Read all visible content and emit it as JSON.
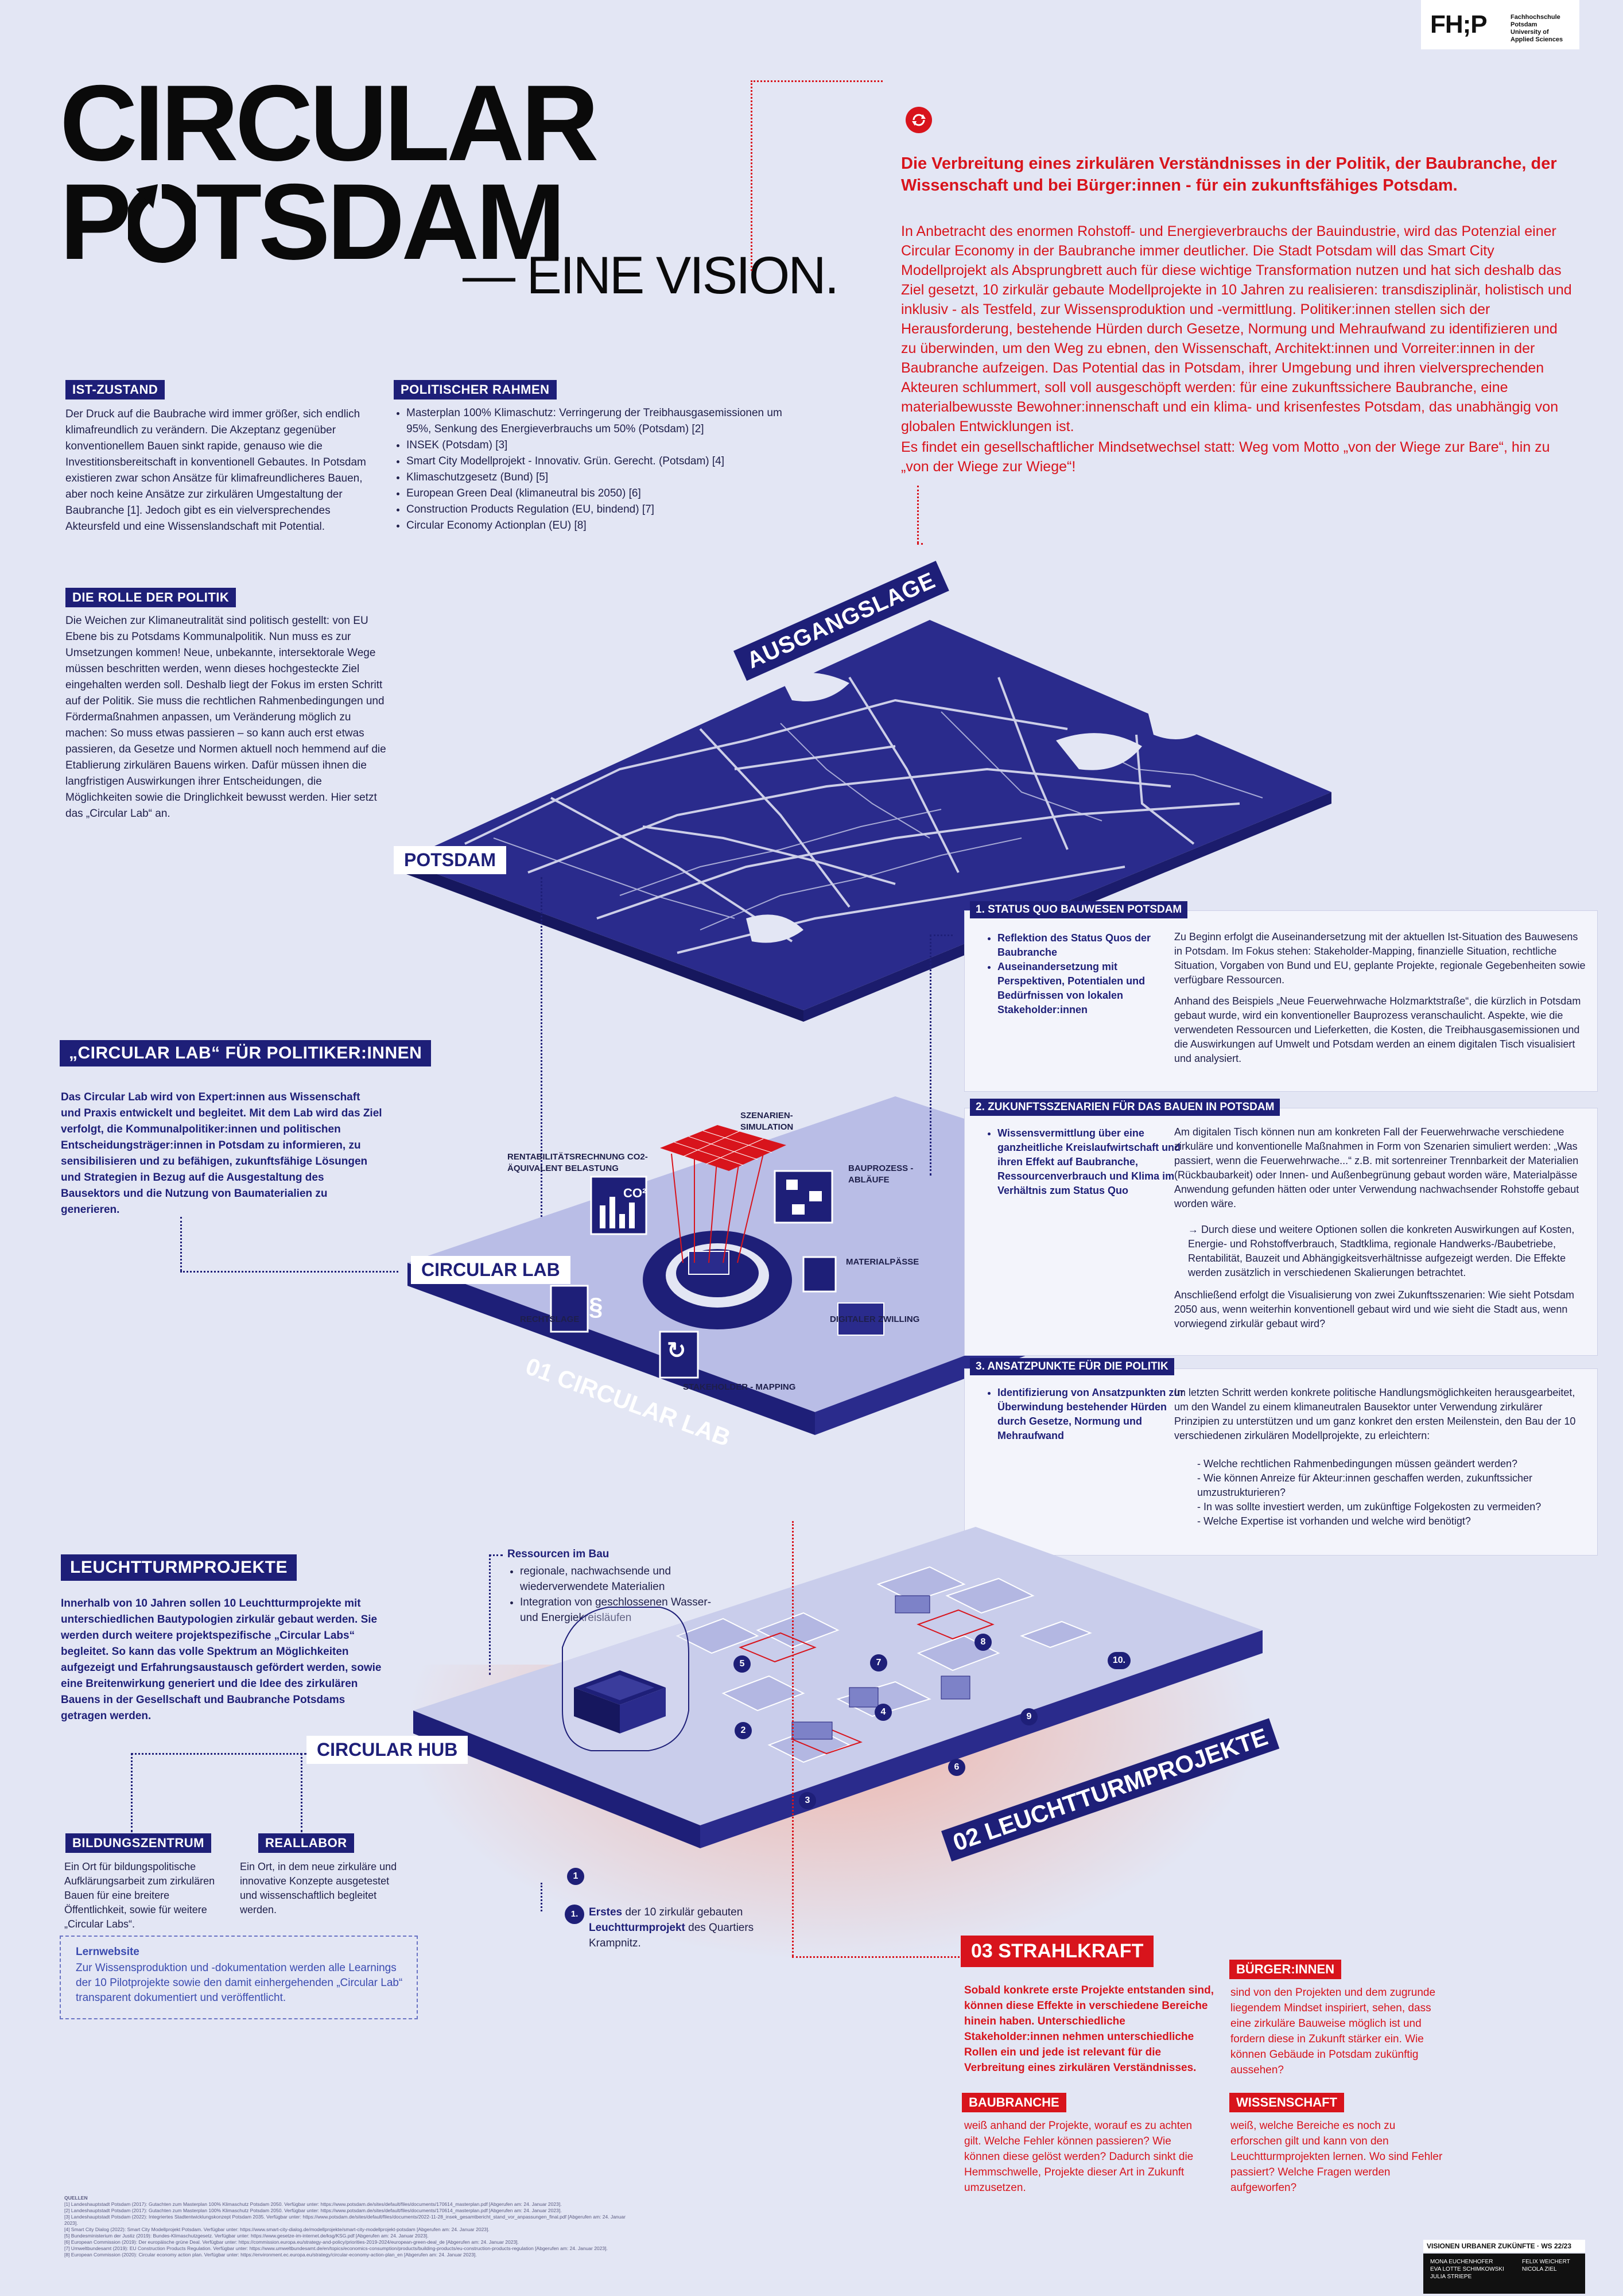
{
  "header": {
    "title_line1": "CIRCULAR",
    "title_line2_a": "P",
    "title_line2_b": "TSDAM",
    "subtitle": "— EINE VISION.",
    "logo_text": "FH;P",
    "logo_sub1": "Fachhochschule Potsdam",
    "logo_sub2": "University of",
    "logo_sub3": "Applied Sciences"
  },
  "intro": {
    "headline": "Die Verbreitung eines zirkulären Verständnisses in der Politik, der Baubranche, der Wissenschaft und bei Bürger:innen - für ein zukunftsfähiges Potsdam.",
    "p1": "In Anbetracht des enormen Rohstoff- und Energieverbrauchs der Bauindustrie, wird das Potenzial einer Circular Economy in der Baubranche immer deutlicher. Die Stadt Potsdam will das Smart City Modellprojekt als Absprungbrett auch für diese wichtige Transformation nutzen und hat sich deshalb das Ziel gesetzt, 10 zirkulär gebaute Modellprojekte in 10 Jahren zu realisieren: transdisziplinär, holistisch und inklusiv - als Testfeld, zur Wissensproduktion und -vermittlung. Politiker:innen stellen sich der Herausforderung, bestehende Hürden durch Gesetze, Normung und Mehraufwand zu identifizieren und zu überwinden, um den Weg zu ebnen, den Wissenschaft, Architekt:innen und Vorreiter:innen in der Baubranche aufzeigen. Das Potential das in Potsdam, ihrer Umgebung und ihren vielversprechenden Akteuren schlummert, soll voll ausgeschöpft werden: für eine zukunftssichere Baubranche, eine materialbewusste Bewohner:innenschaft und ein klima- und krisenfestes Potsdam, das unabhängig von globalen Entwicklungen ist.",
    "p2": "Es findet ein gesellschaftlicher Mindsetwechsel statt: Weg vom Motto „von der Wiege zur Bare“, hin zu „von der Wiege zur Wiege“!"
  },
  "ist": {
    "tag": "IST-ZUSTAND",
    "text": "Der Druck auf die Baubrache wird immer größer, sich endlich klimafreundlich zu verändern. Die Akzeptanz gegenüber konventionellem Bauen sinkt rapide, genauso wie die Investitionsbereitschaft in konventionell Gebautes. In Potsdam existieren zwar schon Ansätze für klimafreundlicheres Bauen, aber noch keine Ansätze zur zirkulären Umgestaltung der Baubranche [1]. Jedoch gibt es ein vielversprechendes Akteursfeld und eine Wissenslandschaft mit Potential."
  },
  "politik_rahmen": {
    "tag": "POLITISCHER RAHMEN",
    "items": [
      "Masterplan 100% Klimaschutz: Verringerung der Treibhausgasemissionen um 95%, Senkung des Energieverbrauchs um 50% (Potsdam) [2]",
      "INSEK (Potsdam) [3]",
      "Smart City Modellprojekt - Innovativ. Grün. Gerecht. (Potsdam) [4]",
      "Klimaschutzgesetz (Bund) [5]",
      "European Green Deal (klimaneutral bis 2050) [6]",
      "Construction Products Regulation (EU, bindend) [7]",
      "Circular Economy Actionplan (EU) [8]"
    ]
  },
  "rolle": {
    "tag": "DIE ROLLE DER POLITIK",
    "text": "Die Weichen zur Klimaneutralität sind politisch gestellt: von EU Ebene bis zu Potsdams Kommunalpolitik. Nun muss es zur Umsetzungen kommen! Neue, unbekannte, intersektorale Wege müssen beschritten werden, wenn dieses hochgesteckte Ziel eingehalten werden soll. Deshalb liegt der Fokus im ersten Schritt auf der Politik. Sie muss die rechtlichen Rahmenbedingungen und Fördermaßnahmen anpassen, um Veränderung möglich zu machen: So muss etwas passieren – so kann auch erst etwas passieren, da Gesetze und Normen aktuell noch hemmend auf die Etablierung zirkulären Bauens wirken. Dafür müssen ihnen die langfristigen Auswirkungen ihrer Entscheidungen, die Möglichkeiten sowie die Dringlichkeit bewusst werden. Hier setzt das „Circular Lab“ an."
  },
  "map": {
    "label": "AUSGANGSLAGE",
    "city": "POTSDAM"
  },
  "lab": {
    "tag": "„CIRCULAR LAB“ FÜR POLITIKER:INNEN",
    "text": "Das Circular Lab wird von Expert:innen aus Wissenschaft und Praxis entwickelt und begleitet. Mit dem Lab wird das Ziel verfolgt, die Kommunalpolitiker:innen und politischen Entscheidungsträger:innen in Potsdam zu informieren, zu sensibilisieren und zu befähigen, zukunftsfähige Lösungen und Strategien in Bezug auf die Ausgestaltung des Bausektors und die Nutzung von Baumaterialien zu generieren.",
    "label": "CIRCULAR LAB",
    "platform_label": "01 CIRCULAR LAB",
    "icons": {
      "rentab": "RENTABILITÄTSRECHNUNG CO2-ÄQUIVALENT BELASTUNG",
      "szen": "SZENARIEN-SIMULATION",
      "bau": "BAUPROZESS - ABLÄUFE",
      "mat": "MATERIALPÄSSE",
      "dig": "DIGITALER ZWILLING",
      "stake": "STAKEHOLDER - MAPPING",
      "recht": "RECHTSLAGE"
    }
  },
  "status": {
    "head": "1. STATUS QUO BAUWESEN POTSDAM",
    "left": [
      "Reflektion des Status Quos der Baubranche",
      "Auseinandersetzung mit Perspektiven, Potentialen und Bedürfnissen von lokalen Stakeholder:innen"
    ],
    "right1": "Zu Beginn erfolgt die Auseinandersetzung mit der aktuellen Ist-Situation des Bauwesens in Potsdam. Im Fokus stehen: Stakeholder-Mapping, finanzielle Situation, rechtliche Situation, Vorgaben von Bund und EU, geplante Projekte, regionale Gegebenheiten sowie verfügbare Ressourcen.",
    "right2": "Anhand des Beispiels „Neue Feuerwehrwache Holzmarktstraße“, die kürzlich in Potsdam gebaut wurde, wird ein konventioneller Bauprozess veranschaulicht. Aspekte, wie die verwendeten Ressourcen und Lieferketten, die Kosten, die Treibhausgasemissionen und die Auswirkungen auf Umwelt und Potsdam werden an einem digitalen Tisch visualisiert und analysiert."
  },
  "szen": {
    "head": "2. ZUKUNFTSSZENARIEN FÜR DAS BAUEN IN POTSDAM",
    "left": [
      "Wissensvermittlung über eine ganzheitliche Kreislaufwirtschaft und ihren Effekt auf Baubranche, Ressourcenverbrauch und Klima im Verhältnis zum Status Quo"
    ],
    "right1": "Am digitalen Tisch können nun am konkreten Fall der Feuerwehrwache verschiedene zirkuläre und konventionelle Maßnahmen in Form von Szenarien simuliert werden: „Was passiert, wenn die Feuerwehrwache...“ z.B. mit sortenreiner Trennbarkeit der Materialien (Rückbaubarkeit) oder Innen- und Außenbegrünung gebaut worden wäre, Materialpässe Anwendung gefunden hätten oder unter Verwendung nachwachsender Rohstoffe gebaut worden wäre.",
    "right2": "→ Durch diese und weitere Optionen sollen die konkreten Auswirkungen auf Kosten, Energie- und Rohstoffverbrauch, Stadtklima, regionale Handwerks-/Baubetriebe, Rentabilität, Bauzeit und Abhängigkeitsverhältnisse aufgezeigt werden. Die Effekte werden zusätzlich in verschiedenen Skalierungen betrachtet.",
    "right3": "Anschließend erfolgt die Visualisierung von zwei Zukunftsszenarien: Wie sieht Potsdam 2050 aus, wenn weiterhin konventionell gebaut wird und wie sieht die Stadt aus, wenn vorwiegend zirkulär gebaut wird?"
  },
  "ansatz": {
    "head": "3. ANSATZPUNKTE FÜR DIE POLITIK",
    "left": [
      "Identifizierung von Ansatzpunkten zur Überwindung bestehender Hürden durch Gesetze, Normung und Mehraufwand"
    ],
    "right1": "Im letzten Schritt werden konkrete politische Handlungsmöglichkeiten herausgearbeitet, um den Wandel zu einem klimaneutralen Bausektor unter Verwendung zirkulärer Prinzipien zu unterstützen und um ganz konkret den ersten Meilenstein, den Bau der 10 verschiedenen zirkulären Modellprojekte, zu erleichtern:",
    "questions": [
      "- Welche rechtlichen Rahmenbedingungen müssen geändert werden?",
      "- Wie können Anreize für Akteur:innen geschaffen werden, zukunftssicher umzustrukturieren?",
      "- In was sollte investiert werden, um zukünftige Folgekosten zu vermeiden?",
      "- Welche Expertise ist vorhanden und welche wird benötigt?"
    ]
  },
  "leucht": {
    "tag": "LEUCHTTURMPROJEKTE",
    "text": "Innerhalb von 10 Jahren sollen 10 Leuchtturmprojekte mit unterschiedlichen Bautypologien zirkulär gebaut werden. Sie werden durch weitere projektspezifische „Circular Labs“ begleitet. So kann das volle Spektrum an Möglichkeiten aufgezeigt und Erfahrungsaustausch gefördert werden, sowie eine Breitenwirkung generiert und die Idee des zirkulären Bauens in der Gesellschaft und Baubranche Potsdams getragen werden.",
    "platform_label": "02 LEUCHTTURMPROJEKTE",
    "hub": "CIRCULAR HUB",
    "ressourcen_title": "Ressourcen im Bau",
    "ressourcen": [
      "regionale, nachwachsende und wiederverwendete Materialien",
      "Integration von geschlossenen Wasser- und Energiekreisläufen"
    ],
    "first_num": "1.",
    "first_bold": "Erstes",
    "first_text": " der 10 zirkulär gebauten ",
    "first_bold2": "Leuchtturmprojekt",
    "first_text2": " des Quartiers Krampnitz.",
    "numbers": [
      "1",
      "2",
      "3",
      "4",
      "5",
      "6",
      "7",
      "8",
      "9",
      "10."
    ]
  },
  "bildung": {
    "tag": "BILDUNGSZENTRUM",
    "text": "Ein Ort für bildungspolitische Aufklärungsarbeit zum zirkulären Bauen für eine breitere Öffentlichkeit, sowie für weitere „Circular Labs“."
  },
  "real": {
    "tag": "REALLABOR",
    "text": "Ein Ort, in dem neue zirkuläre und innovative Konzepte ausgetestet und wissenschaftlich begleitet werden."
  },
  "lern": {
    "title": "Lernwebsite",
    "text": "Zur Wissensproduktion und -dokumentation werden alle Learnings der 10 Pilotprojekte sowie den damit einhergehenden „Circular Lab“ transparent dokumentiert und veröffentlicht."
  },
  "strahl": {
    "tag": "03 STRAHLKRAFT",
    "text": "Sobald konkrete erste Projekte entstanden sind, können diese Effekte in verschiedene Bereiche hinein haben. Unterschiedliche Stakeholder:innen nehmen unterschiedliche Rollen ein und jede ist relevant für die Verbreitung eines zirkulären Verständnisses.",
    "buerger_tag": "BÜRGER:INNEN",
    "buerger_text": "sind von den Projekten und dem zugrunde liegendem Mindset inspiriert, sehen, dass eine zirkuläre Bauweise möglich ist und fordern diese in Zukunft stärker ein. Wie können Gebäude in Potsdam zukünftig aussehen?",
    "bau_tag": "BAUBRANCHE",
    "bau_text": "weiß anhand der Projekte, worauf es zu achten gilt. Welche Fehler können passieren? Wie können diese gelöst werden? Dadurch sinkt die Hemmschwelle, Projekte dieser Art in Zukunft umzusetzen.",
    "wiss_tag": "WISSENSCHAFT",
    "wiss_text": "weiß, welche Bereiche es noch zu erforschen gilt und kann von den Leuchtturmprojekten lernen. Wo sind Fehler passiert? Welche Fragen werden aufgeworfen?"
  },
  "footer": {
    "course": "VISIONEN URBANER ZUKÜNFTE · WS 22/23",
    "names_left": "MONA EUCHENHOFER\nEVA LOTTE SCHIMKOWSKI\nJULIA STRIEPE",
    "names_right": "FELIX WEICHERT\nNICOLA ZIEL",
    "refs_title": "QUELLEN",
    "refs": [
      "[1] Landeshauptstadt Potsdam (2017): Gutachten zum Masterplan 100% Klimaschutz Potsdam 2050. Verfügbar unter: https://www.potsdam.de/sites/default/files/documents/170614_masterplan.pdf [Abgerufen am: 24. Januar 2023].",
      "[2] Landeshauptstadt Potsdam (2017): Gutachten zum Masterplan 100% Klimaschutz Potsdam 2050. Verfügbar unter: https://www.potsdam.de/sites/default/files/documents/170614_masterplan.pdf [Abgerufen am: 24. Januar 2023].",
      "[3] Landeshauptstadt Potsdam (2022): Integriertes Stadtentwicklungskonzept Potsdam 2035. Verfügbar unter: https://www.potsdam.de/sites/default/files/documents/2022-11-28_insek_gesamtbericht_stand_vor_anpassungen_final.pdf [Abgerufen am: 24. Januar 2023].",
      "[4] Smart City Dialog (2022): Smart City Modellprojekt Potsdam. Verfügbar unter: https://www.smart-city-dialog.de/modellprojekte/smart-city-modellprojekt-potsdam [Abgerufen am: 24. Januar 2023].",
      "[5] Bundesministerium der Justiz (2019): Bundes-Klimaschutzgesetz. Verfügbar unter: https://www.gesetze-im-internet.de/ksg/KSG.pdf [Abgerufen am: 24. Januar 2023].",
      "[6] European Commission (2019): Der europäische grüne Deal. Verfügbar unter: https://commission.europa.eu/strategy-and-policy/priorities-2019-2024/european-green-deal_de [Abgerufen am: 24. Januar 2023].",
      "[7] Umweltbundesamt (2019): EU Construction Products Regulation. Verfügbar unter: https://www.umweltbundesamt.de/en/topics/economics-consumption/products/building-products/eu-construction-products-regulation [Abgerufen am: 24. Januar 2023].",
      "[8] European Commission (2020): Circular economy action plan. Verfügbar unter: https://environment.ec.europa.eu/strategy/circular-economy-action-plan_en [Abgerufen am: 24. Januar 2023]."
    ]
  },
  "colors": {
    "navy": "#1e1f78",
    "red": "#d8141c",
    "bg": "#e3e6f4"
  }
}
